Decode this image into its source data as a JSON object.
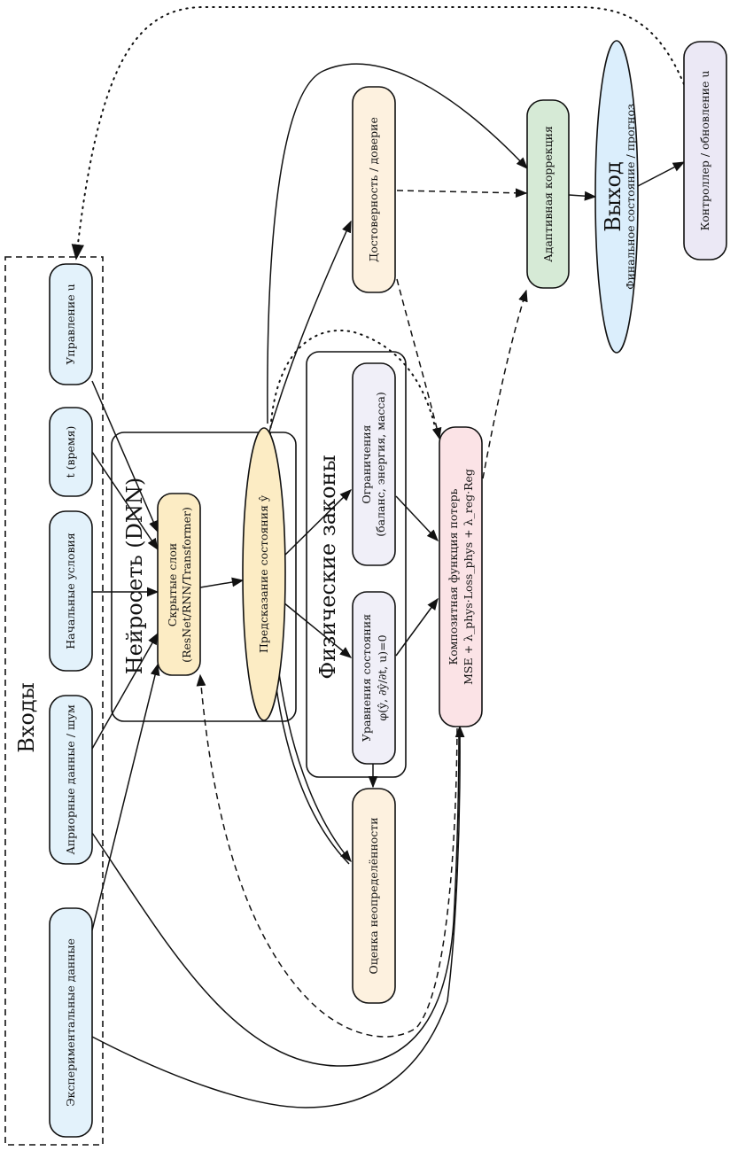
{
  "colors": {
    "input": "#e3f2fb",
    "dnn": "#fcecc4",
    "physics": "#f0eff8",
    "uncertainty": "#fdf1df",
    "loss": "#fbe3e6",
    "correction": "#d6ead6",
    "output": "#dbeefc",
    "controller": "#ebe8f5"
  },
  "groups": {
    "inputs": "Входы",
    "dnn": "Нейросеть (DNN)",
    "physics": "Физические законы"
  },
  "nodes": {
    "control_u": "Управление u",
    "time": "t (время)",
    "initial": "Начальные условия",
    "prior": "Априорные данные / шум",
    "experimental": "Экспериментальные данные",
    "hidden_line1": "Скрытые слои",
    "hidden_line2": "(ResNet/RNN/Transformer)",
    "prediction": "Предсказание состояния ŷ",
    "constraints_line1": "Ограничения",
    "constraints_line2": "(баланс, энергия, масса)",
    "state_eq_line1": "Уравнения состояния",
    "state_eq_line2": "φ(ŷ, ∂ŷ/∂t, u)=0",
    "uncertainty": "Оценка неопределённости",
    "confidence": "Достоверность / доверие",
    "loss_line1": "Композитная функция потерь",
    "loss_line2": "MSE + λ_phys·Loss_phys + λ_reg·Reg",
    "correction": "Адаптивная коррекция",
    "output_title": "Выход",
    "output_sub": "Финальное состояние / прогноз",
    "controller": "Контроллер / обновление u"
  }
}
